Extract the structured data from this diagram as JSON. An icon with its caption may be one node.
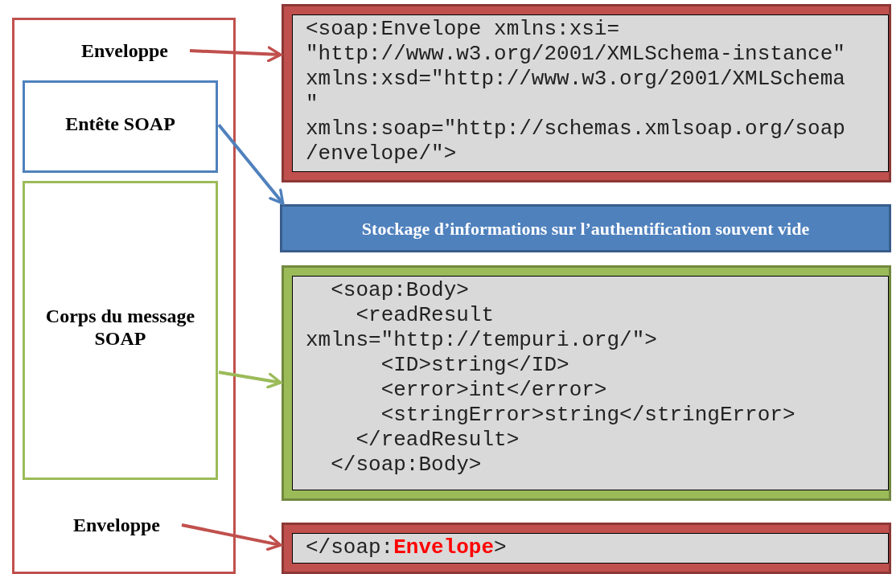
{
  "diagram": {
    "nodes": [
      {
        "text": [],
        "shape": "box"
      },
      {
        "text": [
          "Enveloppe"
        ],
        "in": 0
      },
      {
        "text": [
          "Entête SOAP"
        ],
        "in": 0
      },
      {
        "text": [
          "Corps du message SOAP"
        ],
        "in": 0
      },
      {
        "text": [
          "Enveloppe"
        ],
        "in": 0
      },
      {
        "text": [
          "<soap:Envelope xmlns:xsi= \"http://www.w3.org/2001/XMLSchema-instance\" xmlns:xsd=\"http://www.w3.org/2001/XMLSchema\" xmlns:soap=\"http://schemas.xmlsoap.org/soap/envelope/\">"
        ]
      },
      {
        "text": [
          "Stockage d’informations sur l’authentification souvent vide"
        ]
      },
      {
        "text": [
          "  <soap:Body>",
          "    <readResult xmlns=\"http://tempuri.org/\">",
          "      <ID>string</ID>",
          "      <error>int</error>",
          "      <stringError>string</stringError>",
          "    </readResult>",
          "  </soap:Body>"
        ]
      },
      {
        "text": [
          "</soap:**Envelope**>"
        ]
      }
    ],
    "edges": [
      {
        "from": 1,
        "to": 5,
        "arrow": "to",
        "color": "#c0504d"
      },
      {
        "from": 2,
        "to": 6,
        "arrow": "to",
        "color": "#4f81bd"
      },
      {
        "from": 3,
        "to": 7,
        "arrow": "to",
        "color": "#9bbb59"
      },
      {
        "from": 4,
        "to": 8,
        "arrow": "to",
        "color": "#c0504d"
      }
    ]
  }
}
